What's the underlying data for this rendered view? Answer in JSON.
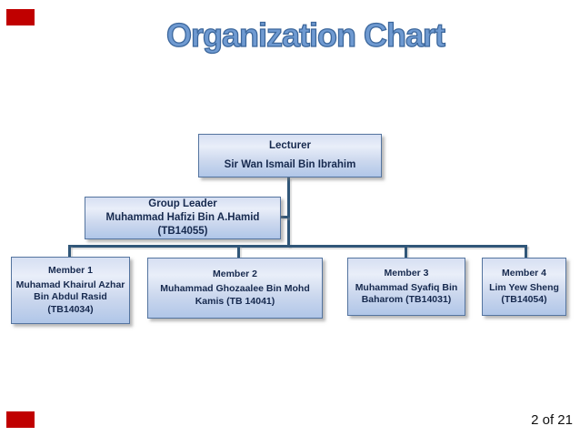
{
  "slide": {
    "title": "Organization Chart",
    "page_indicator": "2 of 21"
  },
  "org_chart": {
    "lecturer": {
      "role": "Lecturer",
      "name": "Sir Wan Ismail Bin Ibrahim"
    },
    "group_leader": {
      "role": "Group Leader",
      "line1": "Muhammad Hafizi Bin A.Hamid",
      "line2": "(TB14055)"
    },
    "members": [
      {
        "role": "Member 1",
        "line1": "Muhamad Khairul Azhar",
        "line2": "Bin Abdul Rasid",
        "line3": "(TB14034)"
      },
      {
        "role": "Member 2",
        "line1": "Muhammad Ghozaalee Bin Mohd",
        "line2": "Kamis (TB 14041)"
      },
      {
        "role": "Member 3",
        "line1": "Muhammad Syafiq Bin",
        "line2": "Baharom (TB14031)"
      },
      {
        "role": "Member 4",
        "line1": "Lim Yew Sheng",
        "line2": "(TB14054)"
      }
    ]
  },
  "colors": {
    "title_fill": "#6f9ad1",
    "title_outline": "#3c679c",
    "box_border": "#54749f",
    "box_fill_top": "#d6dff2",
    "box_fill_bottom": "#b0c6e8",
    "box_text": "#16294e",
    "connector": "#305678",
    "corner_mark_red": "#c00000",
    "page_text": "#111111"
  }
}
